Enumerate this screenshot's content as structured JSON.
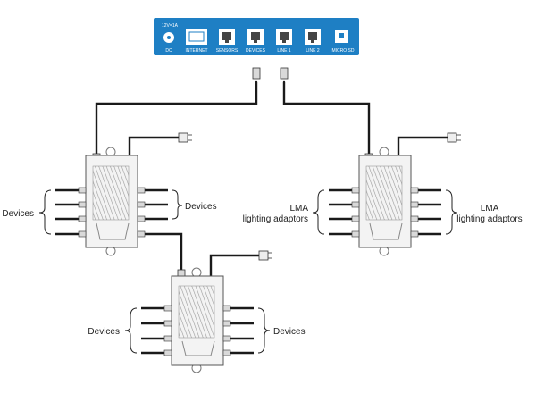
{
  "panel": {
    "color": "#1e7fc4",
    "ports": [
      {
        "label": "DC",
        "icon": "dc-power-jack-icon",
        "note": "12V=1A"
      },
      {
        "label": "INTERNET",
        "icon": "internet-port-icon"
      },
      {
        "label": "SENSORS",
        "icon": "ethernet-port-icon"
      },
      {
        "label": "DEVICES",
        "icon": "ethernet-port-icon"
      },
      {
        "label": "LINE 1",
        "icon": "ethernet-port-icon"
      },
      {
        "label": "LINE 2",
        "icon": "ethernet-port-icon"
      },
      {
        "label": "MICRO SD",
        "icon": "micro-sd-slot-icon"
      }
    ]
  },
  "labels": {
    "left_devices": "Devices",
    "left_hub_devices": "Devices",
    "bottom_left_devices": "Devices",
    "bottom_right_devices": "Devices",
    "lma_left_line1": "LMA",
    "lma_left_line2": "lighting adaptors",
    "lma_right_line1": "LMA",
    "lma_right_line2": "lighting adaptors"
  }
}
